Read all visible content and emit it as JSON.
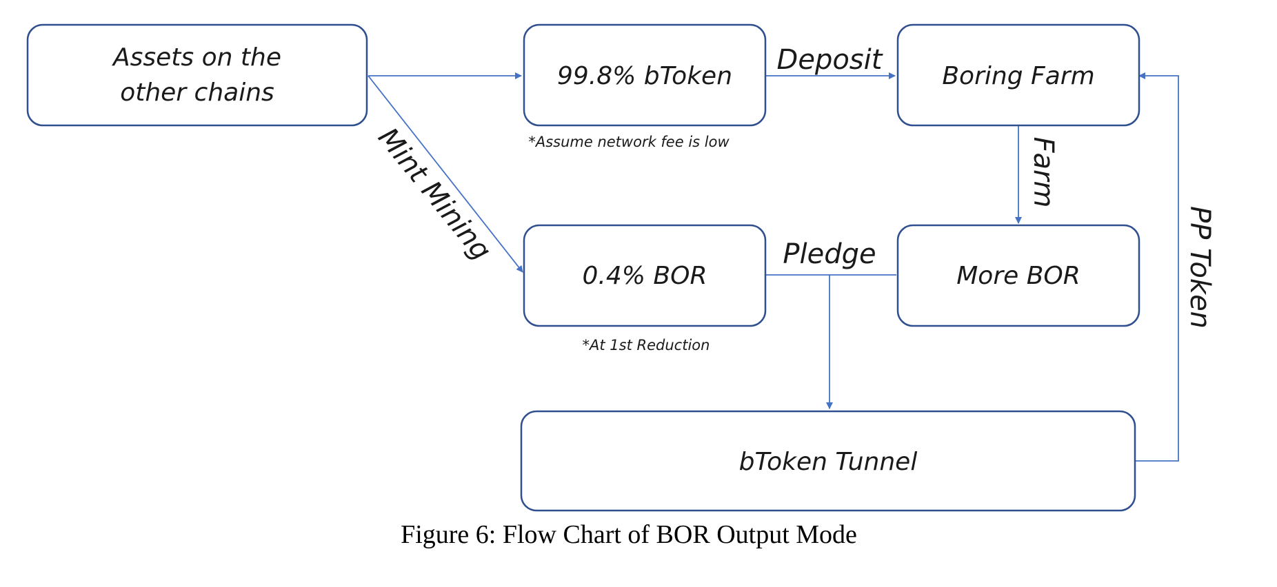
{
  "diagram": {
    "nodes": {
      "assets": {
        "line1": "Assets on the",
        "line2": "other chains"
      },
      "btoken": {
        "label": "99.8% bToken"
      },
      "farm": {
        "label": "Boring Farm"
      },
      "bor": {
        "label": "0.4% BOR"
      },
      "more_bor": {
        "label": "More BOR"
      },
      "tunnel": {
        "label": "bToken Tunnel"
      }
    },
    "edges": {
      "deposit": "Deposit",
      "mint_mining": "Mint Mining",
      "farm": "Farm",
      "pledge": "Pledge",
      "pp_token": "PP Token"
    },
    "notes": {
      "network_fee": "*Assume network fee is low",
      "reduction": "*At 1st Reduction"
    },
    "colors": {
      "box_border": "#2f4f8f",
      "arrow": "#4472c4"
    }
  },
  "caption": "Figure 6: Flow Chart of BOR Output Mode"
}
